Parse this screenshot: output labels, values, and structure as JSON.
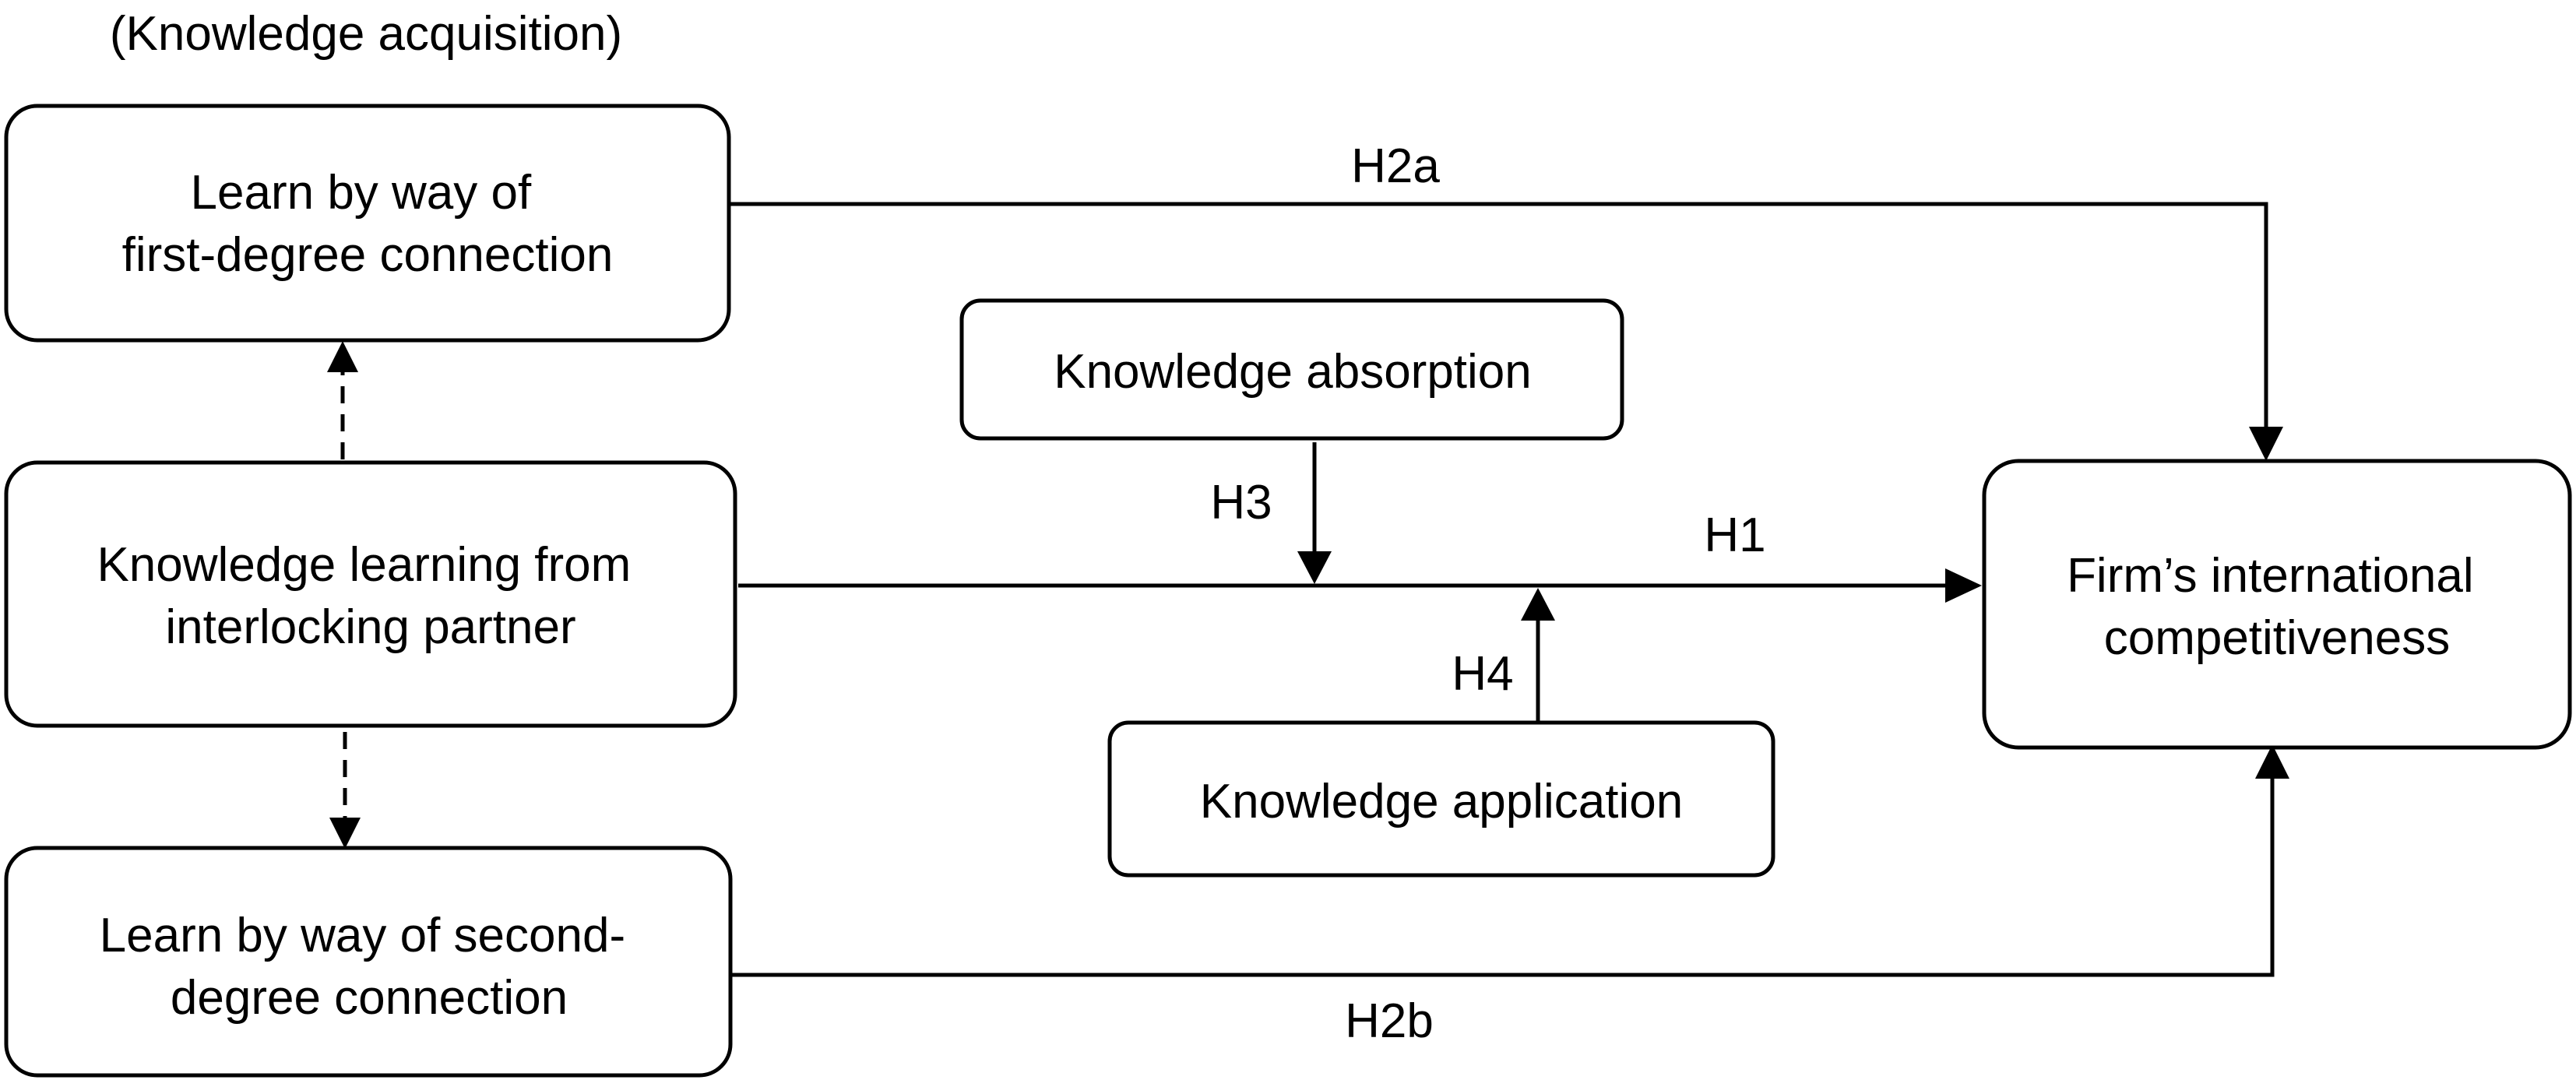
{
  "diagram": {
    "group_label": "(Knowledge acquisition)",
    "nodes": {
      "first_degree": {
        "lines": [
          "Learn by way of",
          "first-degree connection"
        ]
      },
      "interlocking": {
        "lines": [
          "Knowledge learning from",
          "interlocking partner"
        ]
      },
      "second_degree": {
        "lines": [
          "Learn by way of second-",
          "degree connection"
        ]
      },
      "absorption": {
        "lines": [
          "Knowledge absorption"
        ]
      },
      "application": {
        "lines": [
          "Knowledge application"
        ]
      },
      "competitiveness": {
        "lines": [
          "Firm’s international",
          "competitiveness"
        ]
      }
    },
    "edges": {
      "h1": {
        "label": "H1"
      },
      "h2a": {
        "label": "H2a"
      },
      "h2b": {
        "label": "H2b"
      },
      "h3": {
        "label": "H3"
      },
      "h4": {
        "label": "H4"
      }
    }
  }
}
